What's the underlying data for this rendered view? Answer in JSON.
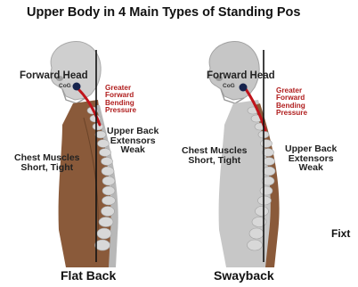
{
  "title": "Upper Body in 4 Main Types of Standing Pos",
  "colors": {
    "muscle": "#8a5a3a",
    "pressure": "#c0141b",
    "cog": "#15234d",
    "skeleton": "#d4d4d4"
  },
  "figures": [
    {
      "caption": "Flat Back",
      "forward_head": "Forward Head",
      "cog": "CoG",
      "pressure": [
        "Greater",
        "Forward",
        "Bending",
        "Pressure"
      ],
      "upper_back": [
        "Upper Back",
        "Extensors",
        "Weak"
      ],
      "chest": [
        "Chest Muscles",
        "Short, Tight"
      ]
    },
    {
      "caption": "Swayback",
      "forward_head": "Forward Head",
      "cog": "CoG",
      "pressure": [
        "Greater",
        "Forward",
        "Bending",
        "Pressure"
      ],
      "upper_back": [
        "Upper Back",
        "Extensors",
        "Weak"
      ],
      "chest": [
        "Chest Muscles",
        "Short, Tight"
      ]
    }
  ],
  "partial_caption": "Fixt"
}
